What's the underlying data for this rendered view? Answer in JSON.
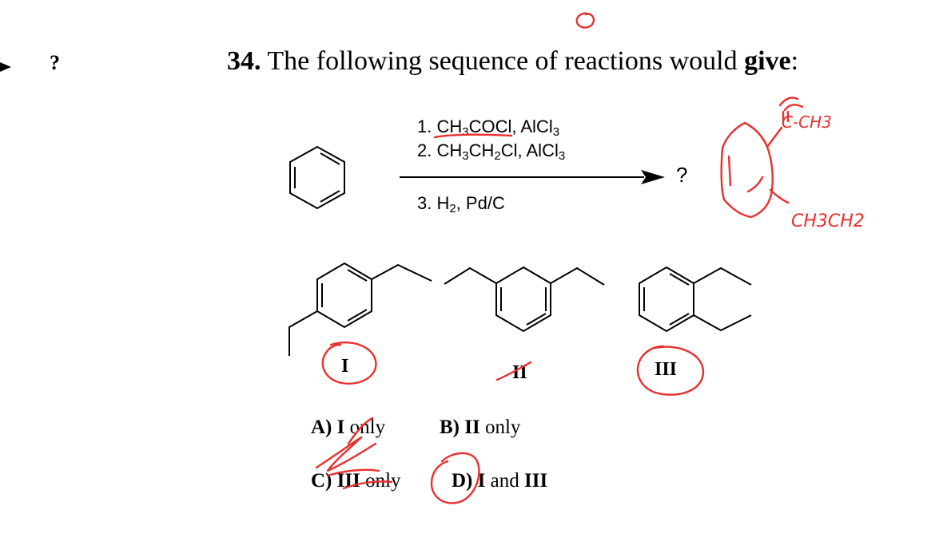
{
  "question": {
    "side_mark": "?",
    "number": "34.",
    "stem": "The following sequence of reactions would ",
    "stem_bold": "give",
    "stem_end": ":"
  },
  "reaction": {
    "step1": {
      "num": "1. CH",
      "s1": "3",
      "mid": "COCl, AlCl",
      "s2": "3"
    },
    "step2": {
      "num": "2. CH",
      "s1": "3",
      "mid": "CH",
      "s2": "2",
      "mid2": "Cl, AlCl",
      "s3": "3"
    },
    "step3": {
      "num": "3. H",
      "s1": "2",
      "mid": ", Pd/C"
    },
    "product": "?"
  },
  "structures": {
    "label_1": "I",
    "label_2": "II",
    "label_3": "III"
  },
  "choices": {
    "a": {
      "letter": "A) ",
      "roman": "I",
      "text": " only"
    },
    "b": {
      "letter": "B) ",
      "roman": "II",
      "text": " only"
    },
    "c": {
      "letter": "C) ",
      "roman": "III",
      "text": " only"
    },
    "d": {
      "letter": "D) ",
      "roman": "I",
      "text": " and ",
      "roman2": "III"
    }
  },
  "annotations": {
    "ink_color": "#e8302e",
    "acetyl_note": "C-CH3",
    "ethyl_note": "CH3CH2"
  }
}
